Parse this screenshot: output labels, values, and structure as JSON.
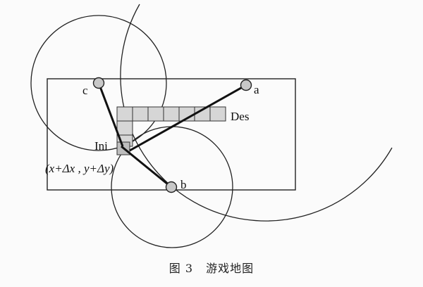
{
  "labels": {
    "a": "a",
    "b": "b",
    "c": "c",
    "destination": "Des",
    "initial": "Ini",
    "coordinate": "(x+Δx , y+Δy)"
  },
  "caption": {
    "figure_number": "图 3",
    "title": "游戏地图"
  },
  "colors": {
    "stroke": "#222222",
    "node_fill": "#c8c8c8",
    "cell_fill": "#d6d6d6"
  }
}
